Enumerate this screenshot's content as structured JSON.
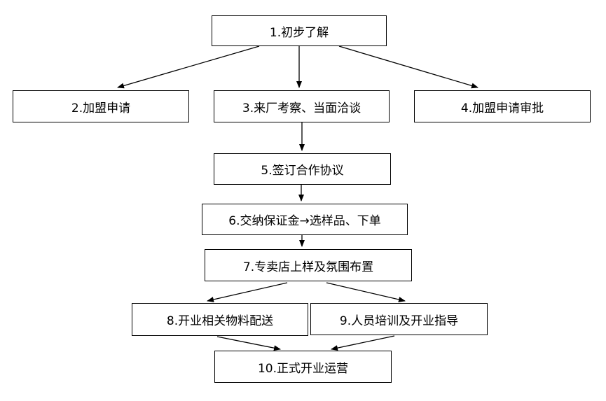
{
  "steps": {
    "s1": "1.初步了解",
    "s2": "2.加盟申请",
    "s3": "3.来厂考察、当面洽谈",
    "s4": "4.加盟申请审批",
    "s5": "5.签订合作协议",
    "s6": "6.交纳保证金→选样品、下单",
    "s7": "7.专卖店上样及氛围布置",
    "s8": "8.开业相关物料配送",
    "s9": "9.人员培训及开业指导",
    "s10": "10.正式开业运营"
  },
  "edges": [
    [
      "s1",
      "s2"
    ],
    [
      "s1",
      "s3"
    ],
    [
      "s1",
      "s4"
    ],
    [
      "s3",
      "s5"
    ],
    [
      "s5",
      "s6"
    ],
    [
      "s6",
      "s7"
    ],
    [
      "s7",
      "s8"
    ],
    [
      "s7",
      "s9"
    ],
    [
      "s8",
      "s10"
    ],
    [
      "s9",
      "s10"
    ]
  ]
}
